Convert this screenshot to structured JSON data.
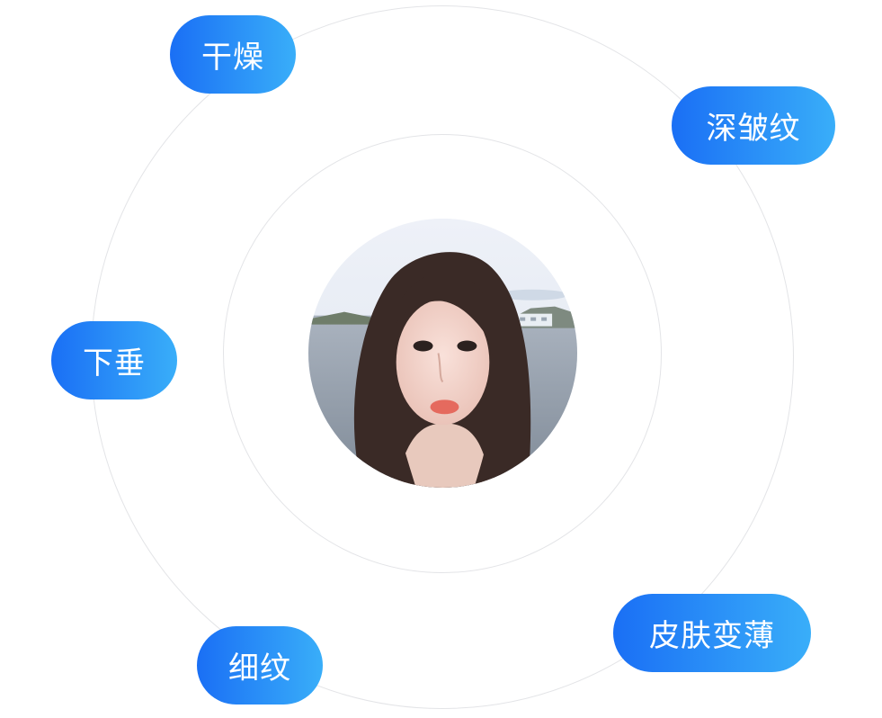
{
  "colors": {
    "pill_gradient_from": "#1a6ff5",
    "pill_gradient_to": "#39aef9",
    "ring_color": "#e3e4e7",
    "pill_text": "#ffffff"
  },
  "center": {
    "avatar": {
      "icon": "portrait-photo"
    }
  },
  "concerns": [
    {
      "label": "干燥"
    },
    {
      "label": "深皱纹"
    },
    {
      "label": "下垂"
    },
    {
      "label": "皮肤变薄"
    },
    {
      "label": "细纹"
    }
  ]
}
